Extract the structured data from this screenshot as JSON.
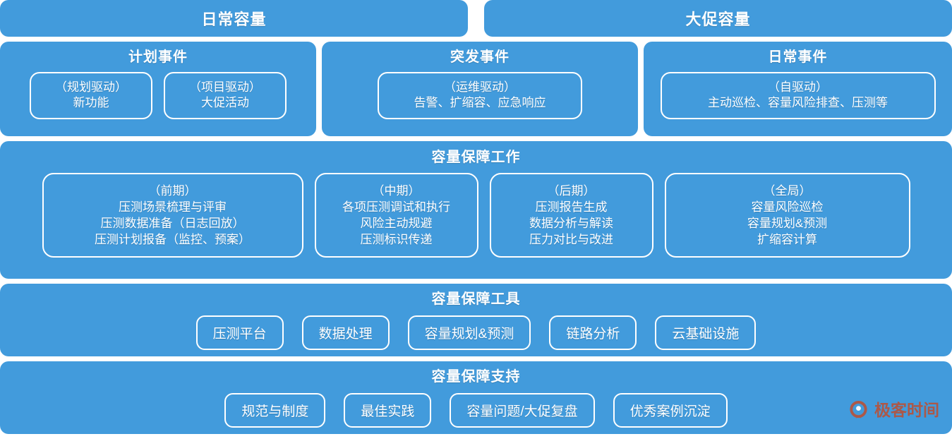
{
  "capacity_headers": [
    {
      "label": "日常容量"
    },
    {
      "label": "大促容量"
    }
  ],
  "event_panels": [
    {
      "title": "计划事件",
      "boxes": [
        {
          "line1": "（规划驱动）",
          "line2": "新功能"
        },
        {
          "line1": "（项目驱动）",
          "line2": "大促活动"
        }
      ]
    },
    {
      "title": "突发事件",
      "boxes": [
        {
          "line1": "（运维驱动）",
          "line2": "告警、扩缩容、应急响应"
        }
      ]
    },
    {
      "title": "日常事件",
      "boxes": [
        {
          "line1": "（自驱动）",
          "line2": "主动巡检、容量风险排查、压测等"
        }
      ]
    }
  ],
  "work_section": {
    "title": "容量保障工作",
    "boxes": [
      {
        "line1": "（前期）",
        "line2": "压测场景梳理与评审",
        "line3": "压测数据准备（日志回放）",
        "line4": "压测计划报备（监控、预案）"
      },
      {
        "line1": "（中期）",
        "line2": "各项压测调试和执行",
        "line3": "风险主动规避",
        "line4": "压测标识传递"
      },
      {
        "line1": "（后期）",
        "line2": "压测报告生成",
        "line3": "数据分析与解读",
        "line4": "压力对比与改进"
      },
      {
        "line1": "（全局）",
        "line2": "容量风险巡检",
        "line3": "容量规划&预测",
        "line4": "扩缩容计算"
      }
    ]
  },
  "tools_section": {
    "title": "容量保障工具",
    "pills": [
      {
        "label": "压测平台"
      },
      {
        "label": "数据处理"
      },
      {
        "label": "容量规划&预测"
      },
      {
        "label": "链路分析"
      },
      {
        "label": "云基础设施"
      }
    ]
  },
  "support_section": {
    "title": "容量保障支持",
    "pills": [
      {
        "label": "规范与制度"
      },
      {
        "label": "最佳实践"
      },
      {
        "label": "容量问题/大促复盘"
      },
      {
        "label": "优秀案例沉淀"
      }
    ]
  },
  "watermark": {
    "text": "极客时间",
    "color": "#b5533c"
  },
  "colors": {
    "panel_blue": "#429bdc",
    "outline": "#ffffff",
    "text": "#ffffff",
    "page_background": "#ffffff"
  }
}
